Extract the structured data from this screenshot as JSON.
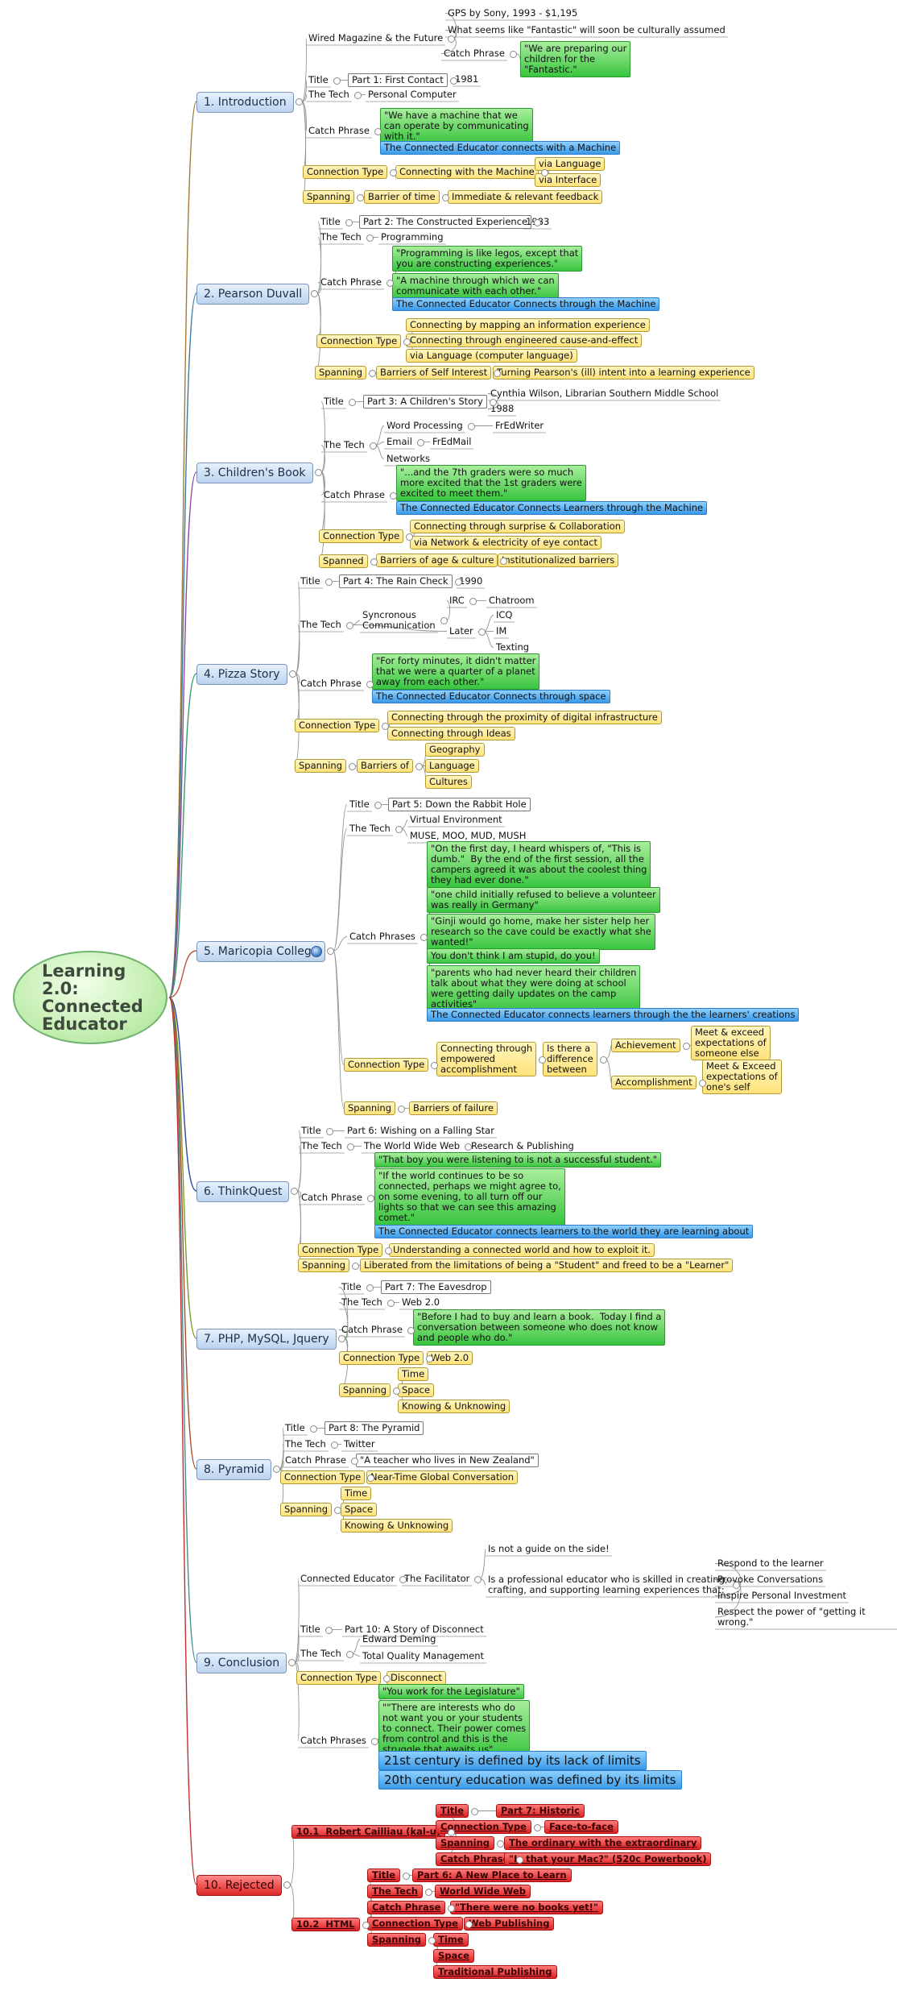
{
  "central": "Learning 2.0:\nConnected\nEducator",
  "branches": [
    {
      "label": "1. Introduction",
      "rejected": false,
      "nodes": [
        {
          "text": "Wired Magazine & the Future",
          "style": "plain"
        },
        {
          "text": "GPS by Sony, 1993 - $1,195",
          "style": "plain"
        },
        {
          "text": "What seems like \"Fantastic\" will soon be culturally assumed",
          "style": "plain"
        },
        {
          "text": "Catch Phrase",
          "style": "plain"
        },
        {
          "text": "\"We are preparing our\nchildren for the\n\"Fantastic.\"",
          "style": "green"
        },
        {
          "text": "Title",
          "style": "plain"
        },
        {
          "text": "Part 1: First Contact",
          "style": "outline"
        },
        {
          "text": "1981",
          "style": "plain"
        },
        {
          "text": "The Tech",
          "style": "plain"
        },
        {
          "text": "Personal Computer",
          "style": "plain"
        },
        {
          "text": "Catch Phrase",
          "style": "plain"
        },
        {
          "text": "\"We have a machine that we\ncan operate by communicating\nwith it.\"",
          "style": "green"
        },
        {
          "text": "The Connected Educator connects with a Machine",
          "style": "blue"
        },
        {
          "text": "Connection Type",
          "style": "yellow"
        },
        {
          "text": "Connecting with the Machine",
          "style": "yellow"
        },
        {
          "text": "via Language",
          "style": "yellow"
        },
        {
          "text": "via Interface",
          "style": "yellow"
        },
        {
          "text": "Spanning",
          "style": "yellow"
        },
        {
          "text": "Barrier of time",
          "style": "yellow"
        },
        {
          "text": "Immediate & relevant feedback",
          "style": "yellow"
        }
      ]
    },
    {
      "label": "2. Pearson Duvall",
      "rejected": false,
      "nodes": [
        {
          "text": "Title",
          "style": "plain"
        },
        {
          "text": "Part 2: The Constructed Experience",
          "style": "outline"
        },
        {
          "text": "1983",
          "style": "plain"
        },
        {
          "text": "The Tech",
          "style": "plain"
        },
        {
          "text": "Programming",
          "style": "plain"
        },
        {
          "text": "Catch Phrase",
          "style": "plain"
        },
        {
          "text": "\"Programming is like legos, except that\nyou are constructing experiences.\"",
          "style": "green"
        },
        {
          "text": "\"A machine through which we can\ncommunicate with each other.\"",
          "style": "green"
        },
        {
          "text": "The Connected Educator Connects through the Machine",
          "style": "blue"
        },
        {
          "text": "Connection Type",
          "style": "yellow"
        },
        {
          "text": "Connecting by mapping an information experience",
          "style": "yellow"
        },
        {
          "text": "Connecting through engineered cause-and-effect",
          "style": "yellow"
        },
        {
          "text": "via Language (computer language)",
          "style": "yellow"
        },
        {
          "text": "Spanning",
          "style": "yellow"
        },
        {
          "text": "Barriers of Self Interest",
          "style": "yellow"
        },
        {
          "text": "Turning Pearson's (ill) intent into a learning experience",
          "style": "yellow"
        }
      ]
    },
    {
      "label": "3. Children's Book",
      "rejected": false,
      "nodes": [
        {
          "text": "Title",
          "style": "plain"
        },
        {
          "text": "Part 3: A Children's Story",
          "style": "outline"
        },
        {
          "text": "Cynthia Wilson, Librarian Southern Middle School",
          "style": "plain"
        },
        {
          "text": "1988",
          "style": "plain"
        },
        {
          "text": "The Tech",
          "style": "plain"
        },
        {
          "text": "Word Processing",
          "style": "plain"
        },
        {
          "text": "FrEdWriter",
          "style": "plain"
        },
        {
          "text": "Email",
          "style": "plain"
        },
        {
          "text": "FrEdMail",
          "style": "plain"
        },
        {
          "text": "Networks",
          "style": "plain"
        },
        {
          "text": "Catch Phrase",
          "style": "plain"
        },
        {
          "text": "\"...and the 7th graders were so much\nmore excited that the 1st graders were\nexcited to meet them.\"",
          "style": "green"
        },
        {
          "text": "The Connected Educator Connects Learners through the Machine",
          "style": "blue"
        },
        {
          "text": "Connection Type",
          "style": "yellow"
        },
        {
          "text": "Connecting through surprise & Collaboration",
          "style": "yellow"
        },
        {
          "text": "via Network & electricity of eye contact",
          "style": "yellow"
        },
        {
          "text": "Spanned",
          "style": "yellow"
        },
        {
          "text": "Barriers of age & culture",
          "style": "yellow"
        },
        {
          "text": "Institutionalized barriers",
          "style": "yellow"
        }
      ]
    },
    {
      "label": "4. Pizza Story",
      "rejected": false,
      "nodes": [
        {
          "text": "Title",
          "style": "plain"
        },
        {
          "text": "Part 4: The Rain Check",
          "style": "outline"
        },
        {
          "text": "1990",
          "style": "plain"
        },
        {
          "text": "The Tech",
          "style": "plain"
        },
        {
          "text": "Syncronous\nCommunication",
          "style": "plain"
        },
        {
          "text": "IRC",
          "style": "plain"
        },
        {
          "text": "Chatroom",
          "style": "plain"
        },
        {
          "text": "Later",
          "style": "plain"
        },
        {
          "text": "ICQ",
          "style": "plain"
        },
        {
          "text": "IM",
          "style": "plain"
        },
        {
          "text": "Texting",
          "style": "plain"
        },
        {
          "text": "Catch Phrase",
          "style": "plain"
        },
        {
          "text": "\"For forty minutes, it didn't matter\nthat we were a quarter of a planet\naway from each other.\"",
          "style": "green"
        },
        {
          "text": "The Connected Educator Connects through space",
          "style": "blue"
        },
        {
          "text": "Connection Type",
          "style": "yellow"
        },
        {
          "text": "Connecting through the proximity of digital infrastructure",
          "style": "yellow"
        },
        {
          "text": "Connecting through Ideas",
          "style": "yellow"
        },
        {
          "text": "Spanning",
          "style": "yellow"
        },
        {
          "text": "Barriers of",
          "style": "yellow"
        },
        {
          "text": "Geography",
          "style": "yellow"
        },
        {
          "text": "Language",
          "style": "yellow"
        },
        {
          "text": "Cultures",
          "style": "yellow"
        }
      ]
    },
    {
      "label": "5. Maricopia College",
      "rejected": false,
      "nodes": [
        {
          "text": "Title",
          "style": "plain"
        },
        {
          "text": "Part 5: Down the Rabbit Hole",
          "style": "outline"
        },
        {
          "text": "The Tech",
          "style": "plain"
        },
        {
          "text": "Virtual Environment",
          "style": "plain"
        },
        {
          "text": "MUSE, MOO, MUD, MUSH",
          "style": "plain"
        },
        {
          "text": "Catch Phrases",
          "style": "plain"
        },
        {
          "text": "\"On the first day, I heard whispers of, \"This is\ndumb.\"  By the end of the first session, all the\ncampers agreed it was about the coolest thing\nthey had ever done.\"",
          "style": "green"
        },
        {
          "text": "\"one child initially refused to believe a volunteer\nwas really in Germany\"",
          "style": "green"
        },
        {
          "text": "\"Ginji would go home, make her sister help her\nresearch so the cave could be exactly what she\nwanted!\"",
          "style": "green"
        },
        {
          "text": "You don't think I am stupid, do you!",
          "style": "green"
        },
        {
          "text": "\"parents who had never heard their children\ntalk about what they were doing at school\nwere getting daily updates on the camp\nactivities\"",
          "style": "green"
        },
        {
          "text": "The Connected Educator connects learners through the the learners' creations",
          "style": "blue"
        },
        {
          "text": "Connection Type",
          "style": "yellow"
        },
        {
          "text": "Connecting through\nempowered\naccomplishment",
          "style": "yellow"
        },
        {
          "text": "Is there a\ndifference\nbetween",
          "style": "yellow"
        },
        {
          "text": "Achievement",
          "style": "yellow"
        },
        {
          "text": "Meet & exceed\nexpectations of\nsomeone else",
          "style": "yellow"
        },
        {
          "text": "Accomplishment",
          "style": "yellow"
        },
        {
          "text": "Meet & Exceed\nexpectations of\none's self",
          "style": "yellow"
        },
        {
          "text": "Spanning",
          "style": "yellow"
        },
        {
          "text": "Barriers of failure",
          "style": "yellow"
        }
      ]
    },
    {
      "label": "6. ThinkQuest",
      "rejected": false,
      "nodes": [
        {
          "text": "Title",
          "style": "plain"
        },
        {
          "text": "Part 6: Wishing on a Falling Star",
          "style": "plain"
        },
        {
          "text": "The Tech",
          "style": "plain"
        },
        {
          "text": "The World Wide Web",
          "style": "plain"
        },
        {
          "text": "Research & Publishing",
          "style": "plain"
        },
        {
          "text": "Catch Phrase",
          "style": "plain"
        },
        {
          "text": "\"That boy you were listening to is not a successful student.\"",
          "style": "green"
        },
        {
          "text": "\"If the world continues to be so\nconnected, perhaps we might agree to,\non some evening, to all turn off our\nlights so that we can see this amazing\ncomet.\"",
          "style": "green"
        },
        {
          "text": "The Connected Educator connects learners to the world they are learning about",
          "style": "blue"
        },
        {
          "text": "Connection Type",
          "style": "yellow"
        },
        {
          "text": "Understanding a connected world and how to exploit it.",
          "style": "yellow"
        },
        {
          "text": "Spanning",
          "style": "yellow"
        },
        {
          "text": "Liberated from the limitations of being a \"Student\" and freed to be a \"Learner\"",
          "style": "yellow"
        }
      ]
    },
    {
      "label": "7. PHP, MySQL, Jquery",
      "rejected": false,
      "nodes": [
        {
          "text": "Title",
          "style": "plain"
        },
        {
          "text": "Part 7: The Eavesdrop",
          "style": "outline"
        },
        {
          "text": "The Tech",
          "style": "plain"
        },
        {
          "text": "Web 2.0",
          "style": "plain"
        },
        {
          "text": "Catch Phrase",
          "style": "plain"
        },
        {
          "text": "\"Before I had to buy and learn a book.  Today I find a\nconversation between someone who does not know\nand people who do.\"",
          "style": "green"
        },
        {
          "text": "Connection Type",
          "style": "yellow"
        },
        {
          "text": "Web 2.0",
          "style": "yellow"
        },
        {
          "text": "Spanning",
          "style": "yellow"
        },
        {
          "text": "Time",
          "style": "yellow"
        },
        {
          "text": "Space",
          "style": "yellow"
        },
        {
          "text": "Knowing & Unknowing",
          "style": "yellow"
        }
      ]
    },
    {
      "label": "8. Pyramid",
      "rejected": false,
      "nodes": [
        {
          "text": "Title",
          "style": "plain"
        },
        {
          "text": "Part 8: The Pyramid",
          "style": "outline"
        },
        {
          "text": "The Tech",
          "style": "plain"
        },
        {
          "text": "Twitter",
          "style": "plain"
        },
        {
          "text": "Catch Phrase",
          "style": "plain"
        },
        {
          "text": "\"A teacher who lives in New Zealand\"",
          "style": "outline"
        },
        {
          "text": "Connection Type",
          "style": "yellow"
        },
        {
          "text": "Near-Time Global Conversation",
          "style": "yellow"
        },
        {
          "text": "Spanning",
          "style": "yellow"
        },
        {
          "text": "Time",
          "style": "yellow"
        },
        {
          "text": "Space",
          "style": "yellow"
        },
        {
          "text": "Knowing & Unknowing",
          "style": "yellow"
        }
      ]
    },
    {
      "label": "9. Conclusion",
      "rejected": false,
      "nodes": [
        {
          "text": "Connected Educator",
          "style": "plain"
        },
        {
          "text": "The Facilitator",
          "style": "plain"
        },
        {
          "text": "Is not a guide on the side!",
          "style": "plain"
        },
        {
          "text": "Is a professional educator who is skilled in creating,\ncrafting, and supporting learning experiences that:",
          "style": "plain"
        },
        {
          "text": "Respond to the learner",
          "style": "plain"
        },
        {
          "text": "Provoke Conversations",
          "style": "plain"
        },
        {
          "text": "Inspire Personal Investment",
          "style": "plain"
        },
        {
          "text": "Respect the power of \"getting it wrong.\"",
          "style": "plain"
        },
        {
          "text": "Title",
          "style": "plain"
        },
        {
          "text": "Part 10: A Story of Disconnect",
          "style": "plain"
        },
        {
          "text": "The Tech",
          "style": "plain"
        },
        {
          "text": "Edward Deming",
          "style": "plain"
        },
        {
          "text": "Total Quality Management",
          "style": "plain"
        },
        {
          "text": "Connection Type",
          "style": "yellow"
        },
        {
          "text": "Disconnect",
          "style": "yellow"
        },
        {
          "text": "Catch Phrases",
          "style": "plain"
        },
        {
          "text": "\"You work for the Legislature\"",
          "style": "green"
        },
        {
          "text": "\"\"There are interests who do\nnot want you or your students\nto connect. Their power comes\nfrom control and this is the\nstruggle that awaits us\"",
          "style": "green"
        },
        {
          "text": "21st century is defined by its lack of limits",
          "style": "bigblue"
        },
        {
          "text": "20th century education was defined by its limits",
          "style": "bigblue"
        }
      ]
    },
    {
      "label": "10. Rejected",
      "rejected": true,
      "nodes": [
        {
          "text": "10.1  Robert Cailliau (kal-u)",
          "style": "red"
        },
        {
          "text": "Title",
          "style": "red"
        },
        {
          "text": "Part 7: Historic",
          "style": "red"
        },
        {
          "text": "Connection Type",
          "style": "red"
        },
        {
          "text": "Face-to-face",
          "style": "red"
        },
        {
          "text": "Spanning",
          "style": "red"
        },
        {
          "text": "The ordinary with the extraordinary",
          "style": "red"
        },
        {
          "text": "Catch Phrase",
          "style": "red"
        },
        {
          "text": "\"Is that your Mac?\" (520c Powerbook)",
          "style": "red"
        },
        {
          "text": "10.2  HTML",
          "style": "red"
        },
        {
          "text": "Title",
          "style": "red"
        },
        {
          "text": "Part 6: A New Place to Learn",
          "style": "red"
        },
        {
          "text": "The Tech",
          "style": "red"
        },
        {
          "text": "World Wide Web",
          "style": "red"
        },
        {
          "text": "Catch Phrase",
          "style": "red"
        },
        {
          "text": "\"There were no books yet!\"",
          "style": "red"
        },
        {
          "text": "Connection Type",
          "style": "red"
        },
        {
          "text": "Web Publishing",
          "style": "red"
        },
        {
          "text": "Spanning",
          "style": "red"
        },
        {
          "text": "Time",
          "style": "red"
        },
        {
          "text": "Space",
          "style": "red"
        },
        {
          "text": "Traditional Publishing",
          "style": "red"
        }
      ]
    }
  ],
  "colors": {
    "line": "#8c9a8c",
    "main_lines": [
      "#a07a3a",
      "#3a7a9a",
      "#8a4aa0",
      "#3a9a6a",
      "#c05040",
      "#2a4a9a",
      "#7a9a2a",
      "#a0502a",
      "#4a8a8a",
      "#c03030"
    ]
  }
}
